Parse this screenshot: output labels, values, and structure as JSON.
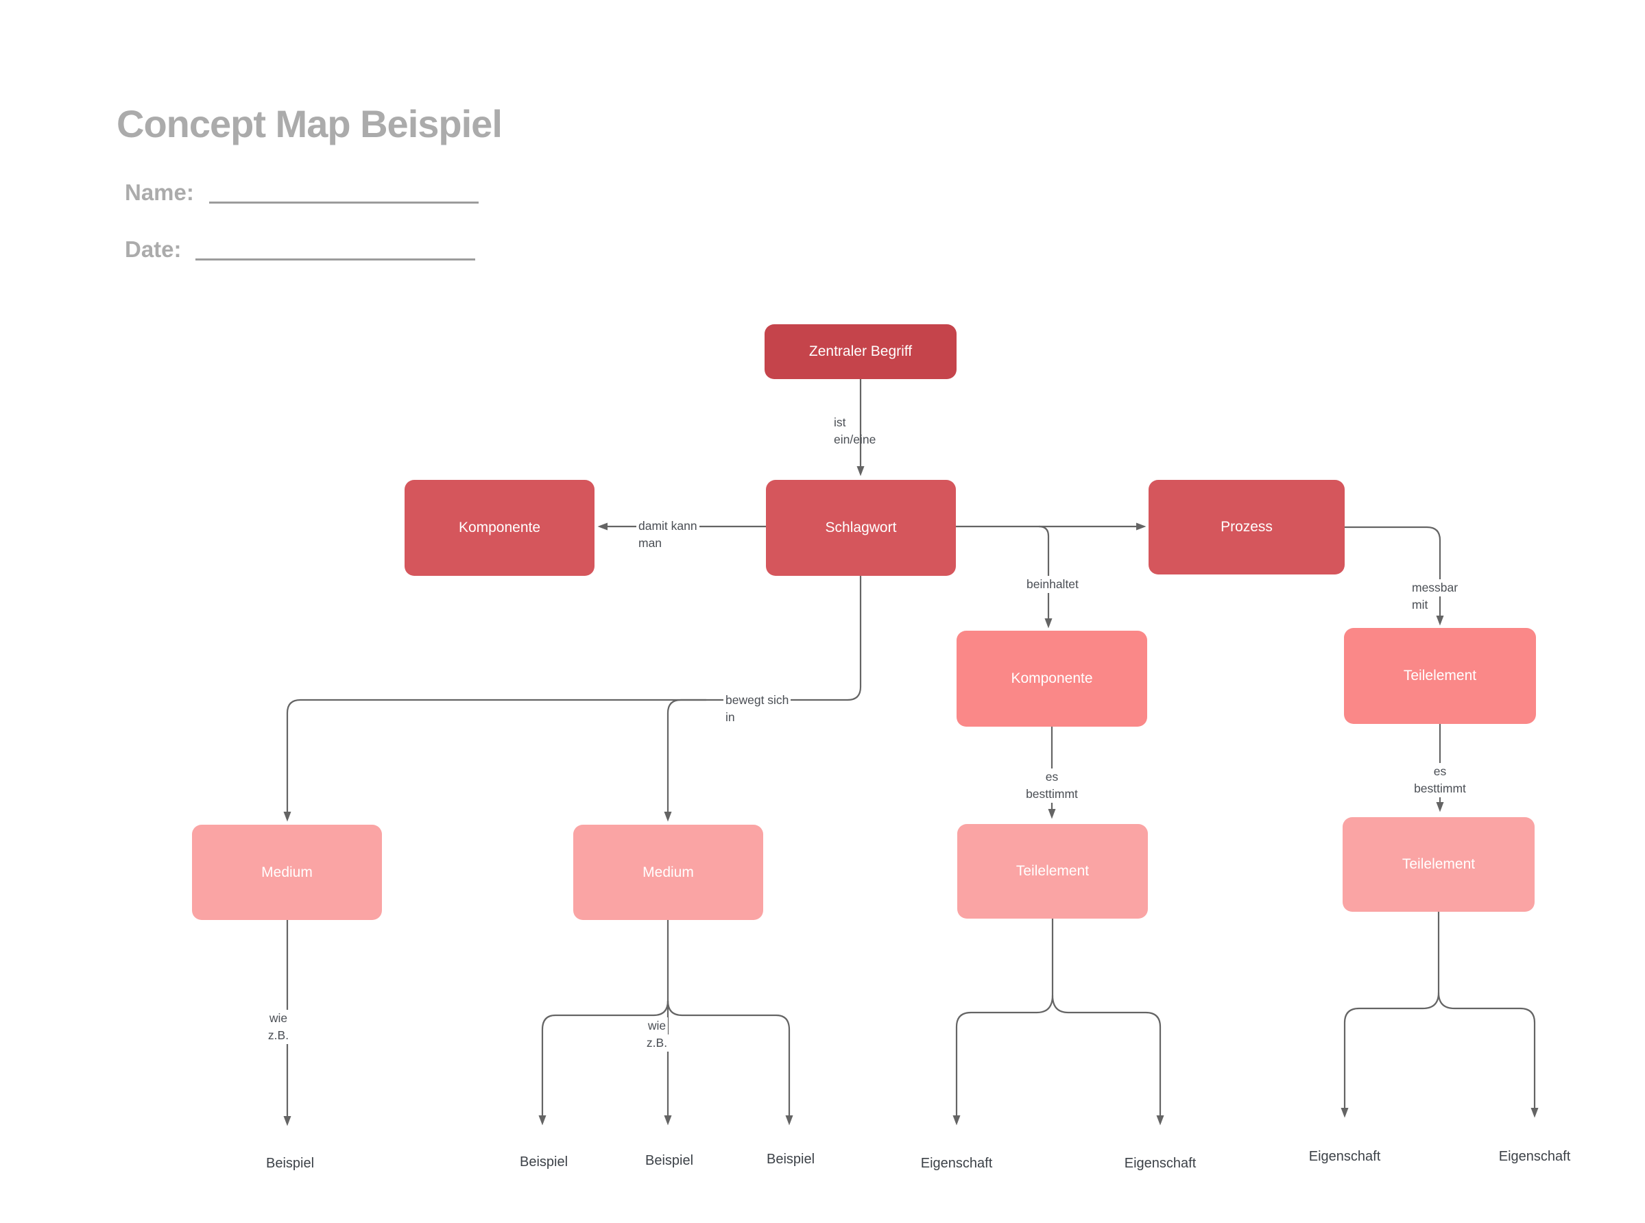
{
  "page": {
    "title": "Concept Map Beispiel",
    "name_label": "Name:",
    "date_label": "Date:"
  },
  "nodes": [
    {
      "id": "zentraler-begriff",
      "label": "Zentraler Begriff",
      "level": 1
    },
    {
      "id": "komponente-1",
      "label": "Komponente",
      "level": 2
    },
    {
      "id": "schlagwort",
      "label": "Schlagwort",
      "level": 2
    },
    {
      "id": "prozess",
      "label": "Prozess",
      "level": 2
    },
    {
      "id": "komponente-2",
      "label": "Komponente",
      "level": 3
    },
    {
      "id": "teilelement-1",
      "label": "Teilelement",
      "level": 3
    },
    {
      "id": "medium-1",
      "label": "Medium",
      "level": 4
    },
    {
      "id": "medium-2",
      "label": "Medium",
      "level": 4
    },
    {
      "id": "teilelement-2",
      "label": "Teilelement",
      "level": 4
    },
    {
      "id": "teilelement-3",
      "label": "Teilelement",
      "level": 4
    }
  ],
  "edge_labels": [
    {
      "id": "ist-ein-eine",
      "line1": "ist",
      "line2": "ein/eine"
    },
    {
      "id": "damit-kann-man",
      "line1": "damit kann",
      "line2": "man"
    },
    {
      "id": "beinhaltet",
      "line1": "beinhaltet",
      "line2": ""
    },
    {
      "id": "messbar-mit",
      "line1": "messbar",
      "line2": "mit"
    },
    {
      "id": "bewegt-sich-in",
      "line1": "bewegt sich",
      "line2": "in"
    },
    {
      "id": "es-besttimmt-1",
      "line1": "es",
      "line2": "besttimmt"
    },
    {
      "id": "es-besttimmt-2",
      "line1": "es",
      "line2": "besttimmt"
    },
    {
      "id": "wie-zb-1",
      "line1": "wie",
      "line2": "z.B."
    },
    {
      "id": "wie-zb-2",
      "line1": "wie",
      "line2": "z.B."
    }
  ],
  "leaves": [
    "Beispiel",
    "Beispiel",
    "Beispiel",
    "Beispiel",
    "Eigenschaft",
    "Eigenschaft",
    "Eigenschaft",
    "Eigenschaft"
  ],
  "colors": {
    "level1": "#C5444B",
    "level2": "#D5565C",
    "level3": "#FA8888",
    "level4": "#FAA4A4",
    "line": "#646464",
    "edge_label": "#4A4E54",
    "leaf_label": "#3C4147",
    "heading": "#ABABAB"
  }
}
